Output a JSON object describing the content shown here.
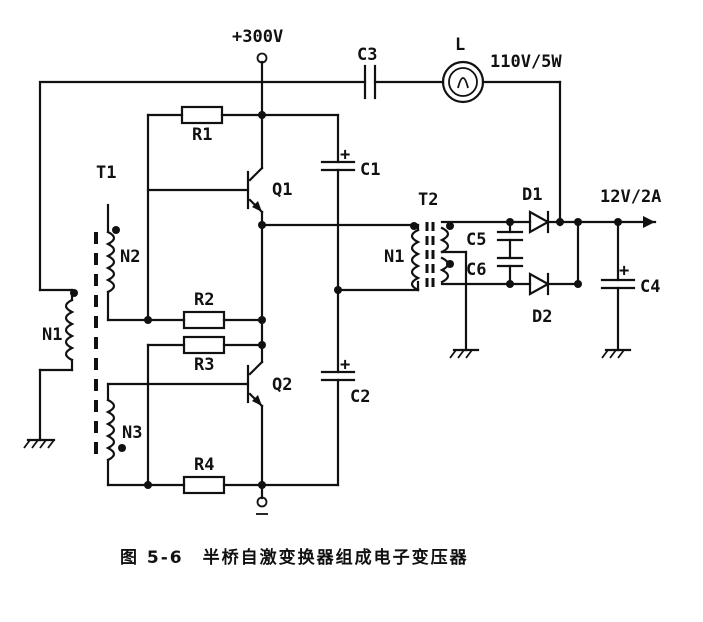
{
  "labels": {
    "supply": "+300V",
    "c3": "C3",
    "lamp": "L",
    "lamp_rating": "110V/5W",
    "r1": "R1",
    "t1": "T1",
    "q1": "Q1",
    "c1": "C1",
    "t2": "T2",
    "d1": "D1",
    "output": "12V/2A",
    "n2": "N2",
    "n1_t2": "N1",
    "c5": "C5",
    "c6": "C6",
    "c4": "C4",
    "n1_t1": "N1",
    "r2": "R2",
    "d2": "D2",
    "r3": "R3",
    "q2": "Q2",
    "c2": "C2",
    "n3": "N3",
    "r4": "R4",
    "plus": "+"
  },
  "caption": "图 5-6　半桥自激变换器组成电子变压器"
}
